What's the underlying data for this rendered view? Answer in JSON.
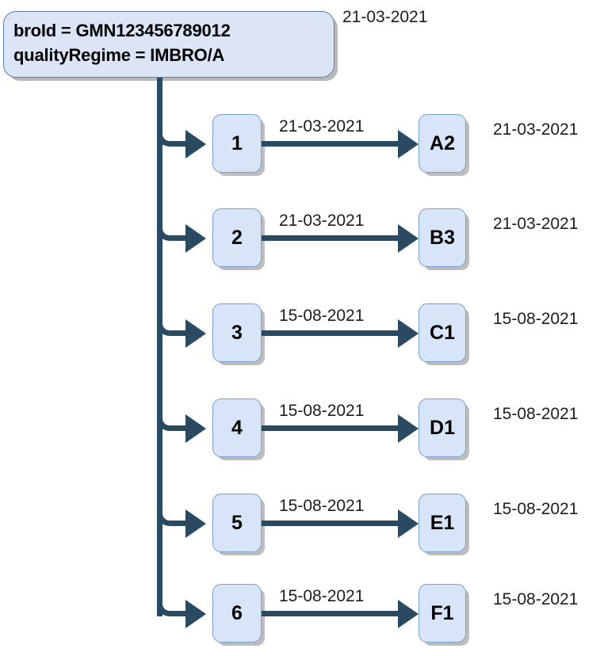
{
  "diagram": {
    "title_lines": [
      "broId = GMN123456789012",
      "qualityRegime = IMBRO/A"
    ],
    "root_date": "21-03-2021",
    "colors": {
      "connector": "#2a4a61",
      "node_fill": "#d8e5f8",
      "node_border": "#7a9ed0",
      "callout_fill": "#dbe5f6",
      "callout_border": "#5b7fb4",
      "background": "#ffffff",
      "shadow": "#bdbdbd",
      "text": "#000000"
    },
    "rows": [
      {
        "left_label": "1",
        "edge_label": "21-03-2021",
        "right_label": "A2",
        "right_date": "21-03-2021"
      },
      {
        "left_label": "2",
        "edge_label": "21-03-2021",
        "right_label": "B3",
        "right_date": "21-03-2021"
      },
      {
        "left_label": "3",
        "edge_label": "15-08-2021",
        "right_label": "C1",
        "right_date": "15-08-2021"
      },
      {
        "left_label": "4",
        "edge_label": "15-08-2021",
        "right_label": "D1",
        "right_date": "15-08-2021"
      },
      {
        "left_label": "5",
        "edge_label": "15-08-2021",
        "right_label": "E1",
        "right_date": "15-08-2021"
      },
      {
        "left_label": "6",
        "edge_label": "15-08-2021",
        "right_label": "F1",
        "right_date": "15-08-2021"
      }
    ]
  }
}
